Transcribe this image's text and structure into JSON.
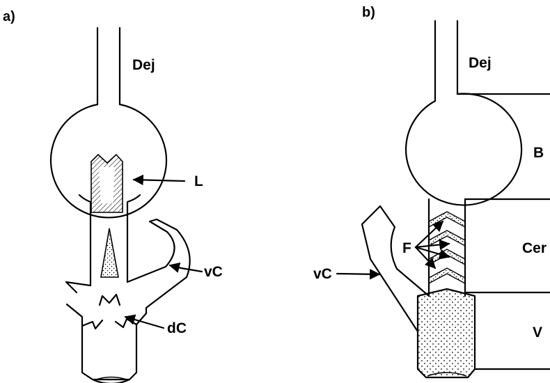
{
  "panels": {
    "a": {
      "tag": "a)",
      "labels": {
        "dej": "Dej",
        "l": "L",
        "vc": "vC",
        "dc": "dC"
      }
    },
    "b": {
      "tag": "b)",
      "labels": {
        "dej": "Dej",
        "b": "B",
        "cer": "Cer",
        "f": "F",
        "vc": "vC",
        "v": "V"
      }
    }
  }
}
